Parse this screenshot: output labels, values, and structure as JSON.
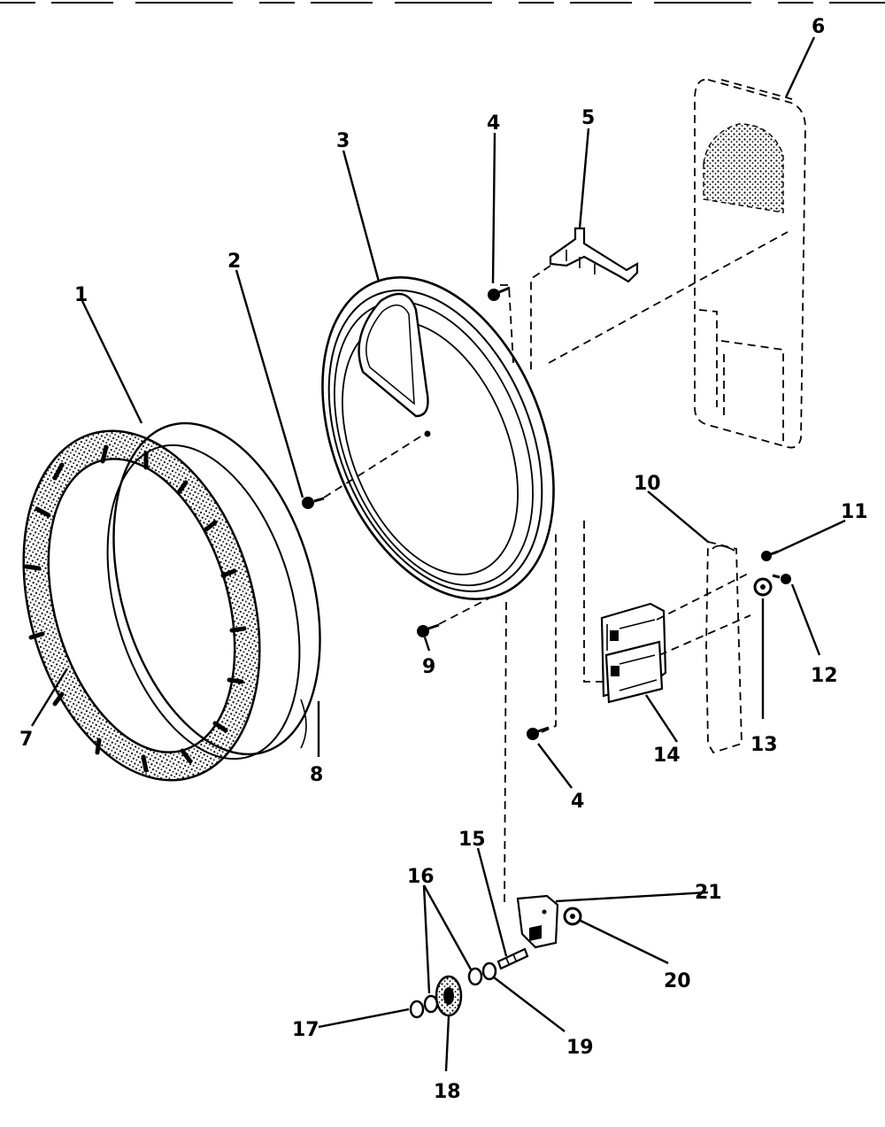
{
  "callouts": {
    "c1": "1",
    "c2": "2",
    "c3": "3",
    "c4a": "4",
    "c4b": "4",
    "c5": "5",
    "c6": "6",
    "c7": "7",
    "c8": "8",
    "c9": "9",
    "c10": "10",
    "c11": "11",
    "c12": "12",
    "c13": "13",
    "c14": "14",
    "c15": "15",
    "c16": "16",
    "c17": "17",
    "c18": "18",
    "c19": "19",
    "c20": "20",
    "c21": "21"
  },
  "colors": {
    "ink": "#000000",
    "paper": "#ffffff",
    "gasket_fill": "#bdbdbd"
  }
}
